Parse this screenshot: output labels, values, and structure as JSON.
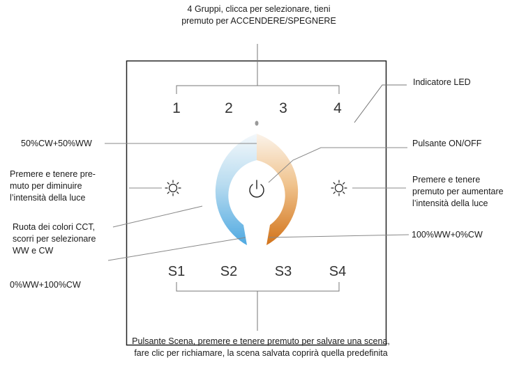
{
  "groups": [
    "1",
    "2",
    "3",
    "4"
  ],
  "scenes": [
    "S1",
    "S2",
    "S3",
    "S4"
  ],
  "labels": {
    "top": "4 Gruppi, clicca per selezionare, tieni\npremuto per ACCENDERE/SPEGNERE",
    "led": "Indicatore LED",
    "mix": "50%CW+50%WW",
    "onoff": "Pulsante ON/OFF",
    "dim_down": "Premere e tenere pre-\nmuto per diminuire\nl’intensità della luce",
    "dim_up": "Premere e tenere\npremuto per aumentare\nl’intensità della luce",
    "wheel": "Ruota dei colori CCT,\nscorri per selezionare\nWW e CW",
    "ww100": "100%WW+0%CW",
    "cw100": "0%WW+100%CW",
    "scene": "Pulsante Scena, premere e tenere premuto per salvare una scena,\nfare clic per richiamare, la scena salvata coprirà quella predefinita"
  },
  "colors": {
    "cool": "#5aaee3",
    "neutral": "#ffffff",
    "warm": "#d87a1c",
    "frame": "#222222",
    "leader": "#666666"
  },
  "icons": {
    "power": "power-icon",
    "brightness_down": "sun-icon",
    "brightness_up": "sun-icon"
  }
}
